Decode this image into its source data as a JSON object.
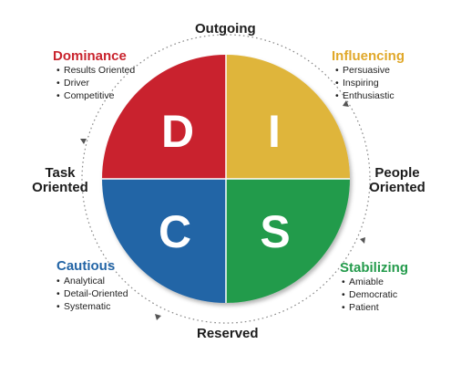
{
  "axis_labels": {
    "top": "Outgoing",
    "bottom": "Reserved",
    "left": [
      "Task",
      "Oriented"
    ],
    "right": [
      "People",
      "Oriented"
    ]
  },
  "quadrants": {
    "dominance": {
      "letter": "D",
      "title": "Dominance",
      "traits": [
        "Results Oriented",
        "Driver",
        "Competitive"
      ],
      "color": "#c9242e",
      "title_color": "#c9242e"
    },
    "influencing": {
      "letter": "I",
      "title": "Influencing",
      "traits": [
        "Persuasive",
        "Inspiring",
        "Enthusiastic"
      ],
      "color": "#dfb53a",
      "title_color": "#e0a82a"
    },
    "cautious": {
      "letter": "C",
      "title": "Cautious",
      "traits": [
        "Analytical",
        "Detail-Oriented",
        "Systematic"
      ],
      "color": "#2365a6",
      "title_color": "#2365a6"
    },
    "stabilizing": {
      "letter": "S",
      "title": "Stabilizing",
      "traits": [
        "Amiable",
        "Democratic",
        "Patient"
      ],
      "color": "#249b4c",
      "title_color": "#249b4c"
    }
  },
  "colors": {
    "ring": "#7a7a7a",
    "letters": "#ffffff",
    "divider": "#ffffff"
  }
}
